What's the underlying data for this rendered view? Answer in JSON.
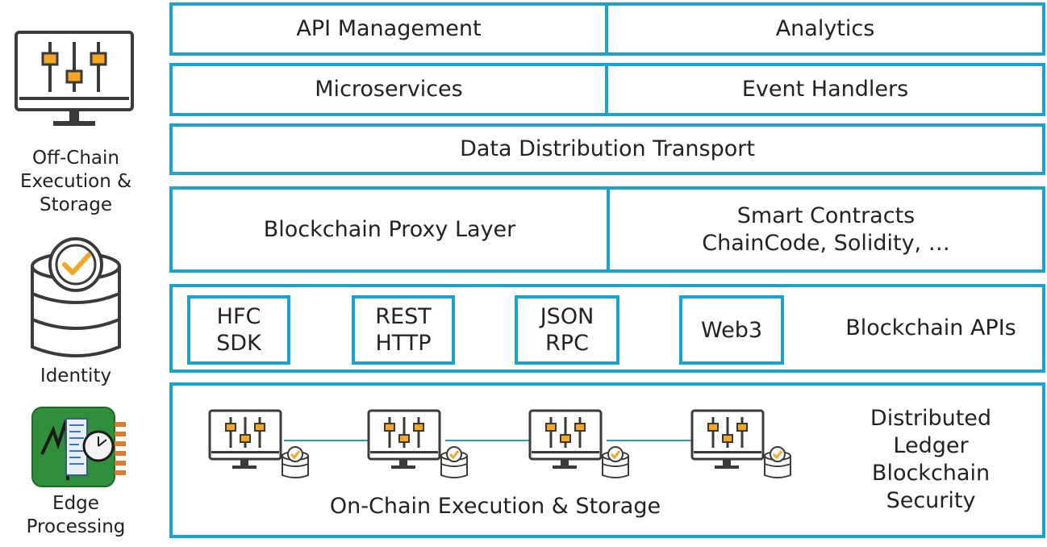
{
  "sidebar": {
    "offchain_lines": [
      "Off-Chain",
      "Execution &",
      "Storage"
    ],
    "identity": "Identity",
    "edge_lines": [
      "Edge",
      "Processing"
    ]
  },
  "layers": {
    "api_management": "API Management",
    "analytics": "Analytics",
    "microservices": "Microservices",
    "event_handlers": "Event Handlers",
    "data_distribution": "Data Distribution Transport",
    "proxy_layer": "Blockchain Proxy Layer",
    "smart_contracts_lines": [
      "Smart Contracts",
      "ChainCode, Solidity, …"
    ]
  },
  "apis": {
    "items": [
      {
        "lines": [
          "HFC",
          "SDK"
        ]
      },
      {
        "lines": [
          "REST",
          "HTTP"
        ]
      },
      {
        "lines": [
          "JSON",
          "RPC"
        ]
      },
      {
        "lines": [
          "Web3"
        ]
      }
    ],
    "label": "Blockchain APIs"
  },
  "ledger": {
    "caption": "On-Chain Execution & Storage",
    "label_lines": [
      "Distributed",
      "Ledger",
      "Blockchain",
      "Security"
    ]
  },
  "colors": {
    "frame": "#1aa3cc",
    "icon_dark": "#3a3a3a",
    "icon_accent": "#f5a623",
    "edge_green": "#2f8f3a"
  }
}
